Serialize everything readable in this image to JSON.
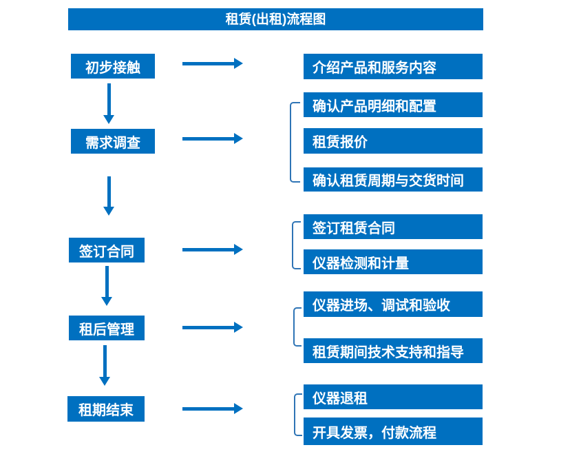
{
  "title": "租赁(出租)流程图",
  "colors": {
    "primary": "#0070C0",
    "bracket": "#2E74B5",
    "box_text": "#FFFFFF",
    "background": "#FFFFFF"
  },
  "flow": {
    "stages": [
      {
        "label": "初步接触",
        "details": [
          "介绍产品和服务内容"
        ]
      },
      {
        "label": "需求调查",
        "details": [
          "确认产品明细和配置",
          "租赁报价",
          "确认租赁周期与交货时间"
        ]
      },
      {
        "label": "签订合同",
        "details": [
          "签订租赁合同",
          "仪器检测和计量"
        ]
      },
      {
        "label": "租后管理",
        "details": [
          "仪器进场、调试和验收",
          "租赁期间技术支持和指导"
        ]
      },
      {
        "label": "租期结束",
        "details": [
          "仪器退租",
          "开具发票，付款流程"
        ]
      }
    ]
  }
}
